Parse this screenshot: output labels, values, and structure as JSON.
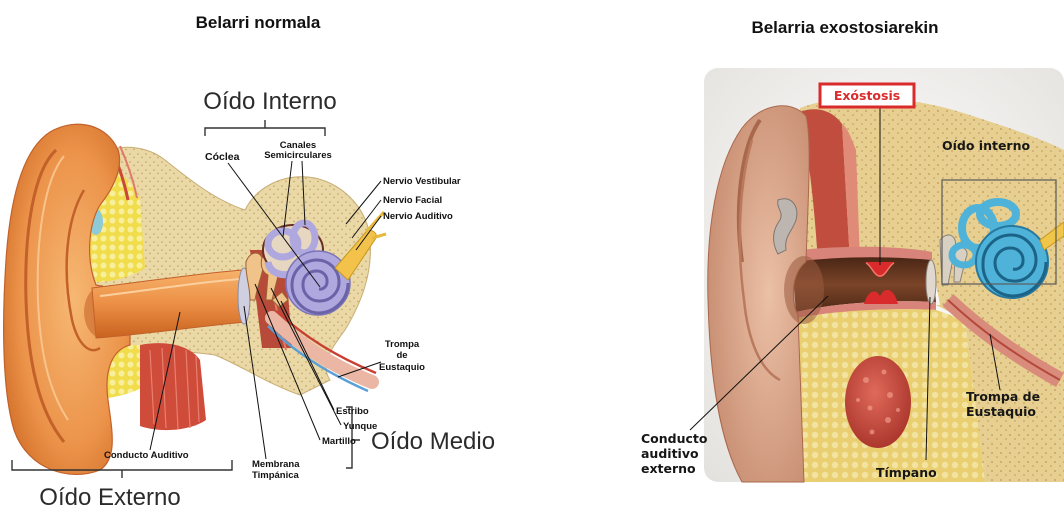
{
  "normal_ear": {
    "title": "Belarri normala",
    "inner_ear": "Oído Interno",
    "cochlea": "Cóclea",
    "semicircular_canals": [
      "Canales",
      "Semicirculares"
    ],
    "vestibular_nerve": "Nervio Vestibular",
    "facial_nerve": "Nervio Facial",
    "auditory_nerve": "Nervio Auditivo",
    "eustachian_tube": [
      "Trompa",
      "de",
      "Eustaquio"
    ],
    "stapes": "Estribo",
    "incus": "Yunque",
    "malleus": "Martillo",
    "middle_ear": "Oído Medio",
    "tympanic_membrane": [
      "Membrana",
      "Timpánica"
    ],
    "ear_canal": "Conducto Auditivo",
    "outer_ear": "Oído Externo"
  },
  "exostosis_ear": {
    "title": "Belarria exostosiarekin",
    "exostosis": "Exóstosis",
    "inner_ear": "Oído interno",
    "eustachian_tube": [
      "Trompa de",
      "Eustaquio"
    ],
    "external_canal": [
      "Conducto",
      "auditivo",
      "externo"
    ],
    "tympanum": "Tímpano"
  },
  "colors": {
    "exostosis_red": "#d92b2b",
    "skin_orange": "#ec934a",
    "bone_beige": "#ead9a6",
    "fat_yellow": "#f1dd4c",
    "cochlea_purple": "#aea8df",
    "cochlea_blue": "#4fb3d9"
  }
}
